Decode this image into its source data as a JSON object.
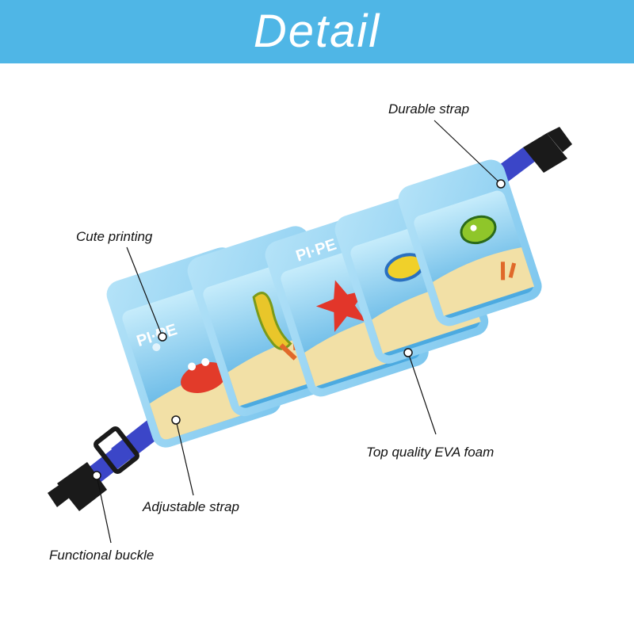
{
  "header": {
    "title": "Detail",
    "background": "#4fb6e6"
  },
  "callouts": {
    "durable_strap": "Durable strap",
    "cute_printing": "Cute printing",
    "eva_foam": "Top quality EVA foam",
    "adjustable_strap": "Adjustable strap",
    "functional_buckle": "Functional buckle"
  },
  "product": {
    "brand_mark": "PI·PE",
    "block_color": "#8fd0f2",
    "strap_color": "#3b46c8",
    "buckle_color": "#1a1a1a",
    "sand_color": "#f2e0a6"
  }
}
